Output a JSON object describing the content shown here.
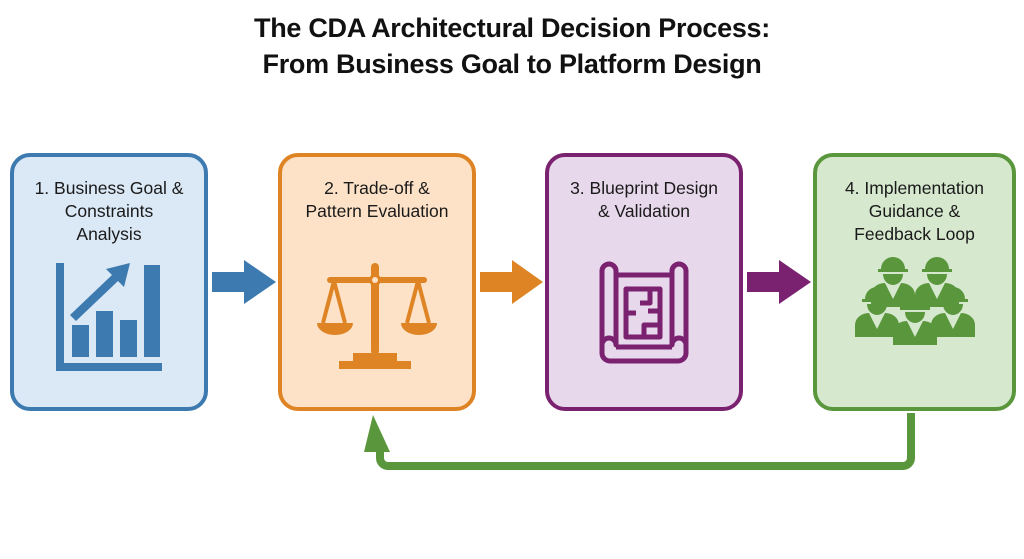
{
  "title": {
    "line1": "The CDA Architectural Decision Process:",
    "line2": "From Business Goal to Platform Design"
  },
  "steps": [
    {
      "label_lines": [
        "1. Business Goal &",
        "Constraints",
        "Analysis"
      ],
      "icon": "bar-chart-growth-icon",
      "color": "#3d7ab0",
      "fill": "#dbe8f6"
    },
    {
      "label_lines": [
        "2. Trade-off &",
        "Pattern Evaluation"
      ],
      "icon": "balance-scale-icon",
      "color": "#df8424",
      "fill": "#fde2c7"
    },
    {
      "label_lines": [
        "3. Blueprint Design",
        "& Validation"
      ],
      "icon": "blueprint-scroll-icon",
      "color": "#7a2170",
      "fill": "#e8d8ec"
    },
    {
      "label_lines": [
        "4. Implementation",
        "Guidance &",
        "Feedback Loop"
      ],
      "icon": "construction-team-icon",
      "color": "#5a963c",
      "fill": "#d6e9cf"
    }
  ],
  "connectors": [
    {
      "from": 1,
      "to": 2,
      "color": "#3d7ab0"
    },
    {
      "from": 2,
      "to": 3,
      "color": "#df8424"
    },
    {
      "from": 3,
      "to": 4,
      "color": "#7a2170"
    },
    {
      "from": 4,
      "to": 2,
      "type": "feedback-loop",
      "color": "#5a963c"
    }
  ]
}
